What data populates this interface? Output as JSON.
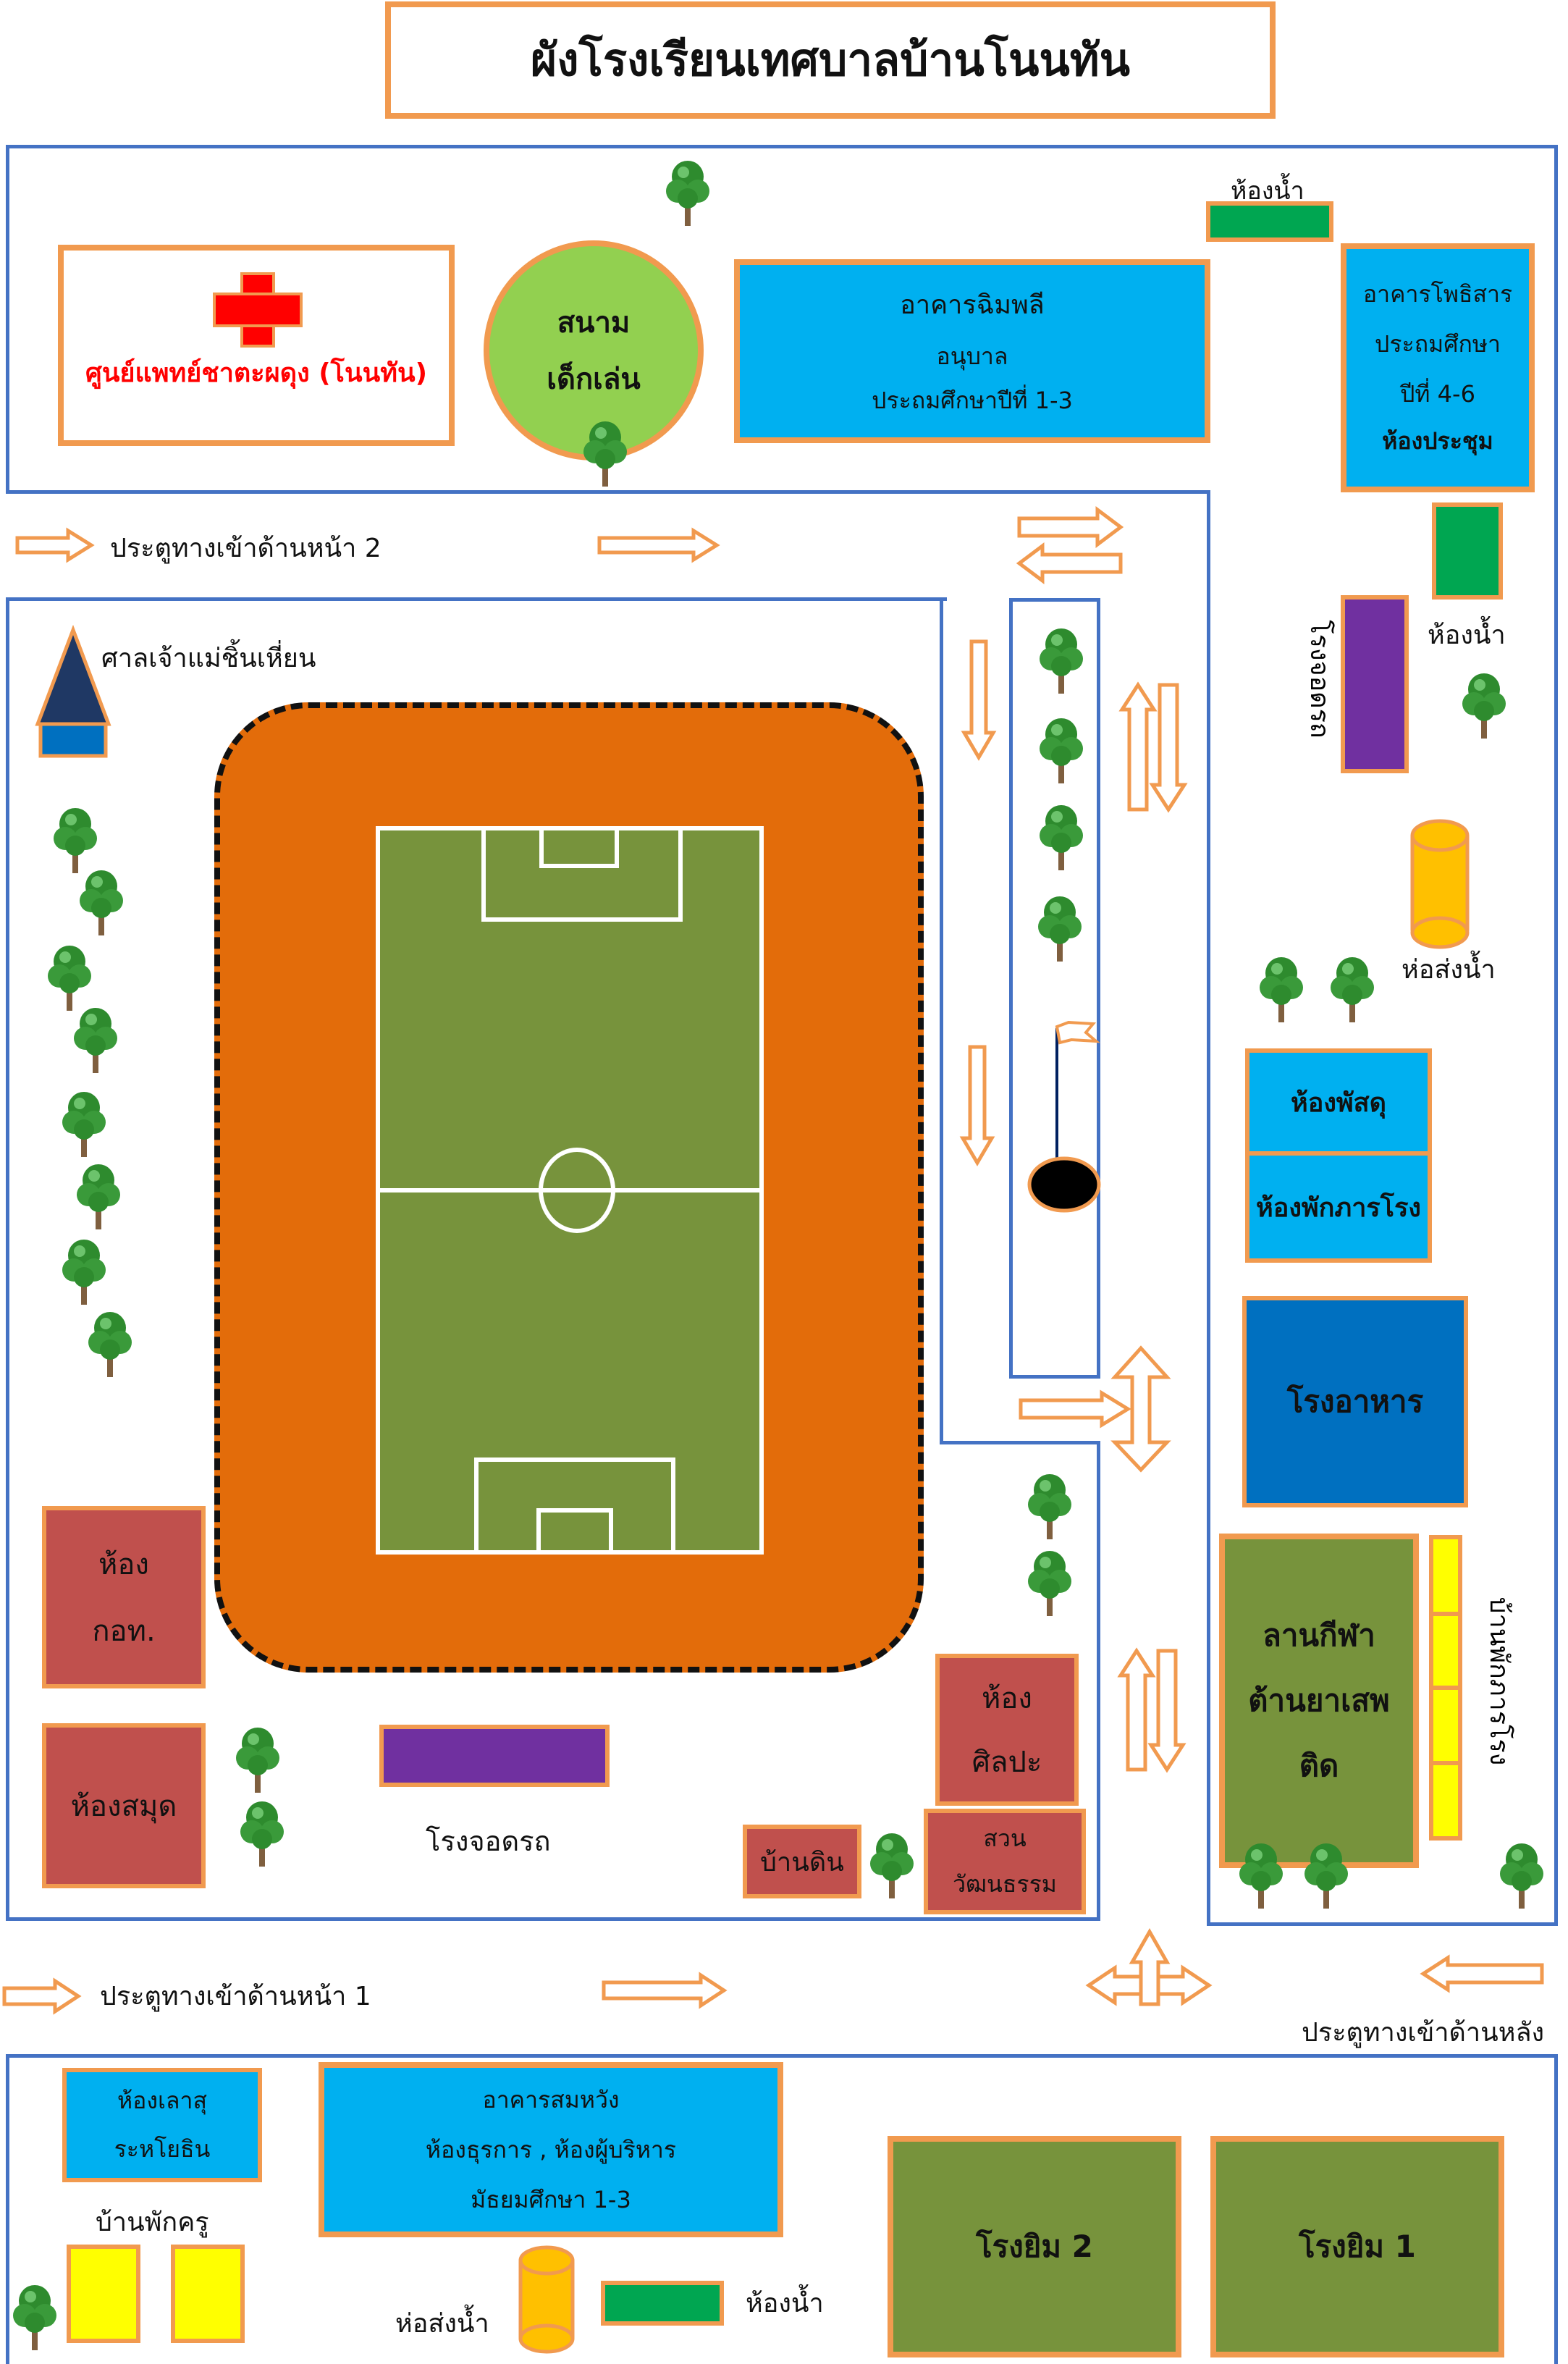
{
  "title": "ผังโรงเรียนเทศบาลบ้านโนนทัน",
  "medical_center": "ศูนย์แพทย์ชาตะผดุง (โนนทัน)",
  "playground": {
    "line1": "สนาม",
    "line2": "เด็กเล่น"
  },
  "building_chimpli": {
    "line1": "อาคารฉิมพลี",
    "line2": "อนุบาล",
    "line3": "ประถมศึกษาปีที่ 1-3"
  },
  "building_phothisan": {
    "line1": "อาคารโพธิสาร",
    "line2": "ประถมศึกษา",
    "line3": "ปีที่ 4-6",
    "line4": "ห้องประชุม"
  },
  "restroom": "ห้องน้ำ",
  "restroom_right": "ห้องน้ำ",
  "restroom_bottom": "ห้องน้ำ",
  "gate_front_2": "ประตูทางเข้าด้านหน้า 2",
  "gate_front_1": "ประตูทางเข้าด้านหน้า 1",
  "gate_back": "ประตูทางเข้าด้านหลัง",
  "shrine": "ศาลเจ้าแม่ชิ้นเหี่ยน",
  "garage_vertical": "โรงจอดรถ",
  "garage_horizontal": "โรงจอดรถ",
  "water_tower_right": "ห่อส่งน้ำ",
  "water_tower_bottom": "ห่อส่งน้ำ",
  "supply_room": "ห้องพัสดุ",
  "janitor_room": "ห้องพักภารโรง",
  "canteen": "โรงอาหาร",
  "anti_drug_court": {
    "line1": "ลานกีฬา",
    "line2": "ต้านยาเสพ",
    "line3": "ติด"
  },
  "janitor_house": "บ้านพักภารโรง",
  "room_kot": {
    "line1": "ห้อง",
    "line2": "กอท."
  },
  "library": "ห้องสมุด",
  "art_room": {
    "line1": "ห้อง",
    "line2": "ศิลปะ"
  },
  "mud_house": "บ้านดิน",
  "culture_garden": {
    "line1": "สวน",
    "line2": "วัฒนธรรม"
  },
  "ladies_room": {
    "line1": "ห้องเลาสุ",
    "line2": "ระหโยธิน"
  },
  "teacher_house": "บ้านพักครู",
  "building_somwang": {
    "line1": "อาคารสมหวัง",
    "line2": "ห้องธุรการ , ห้องผู้บริหาร",
    "line3": "มัธยมศึกษา 1-3"
  },
  "gym_2": "โรงยิม 2",
  "gym_1": "โรงยิม 1",
  "colors": {
    "orange": "#F19A4F",
    "track": "#E36C0A",
    "field": "#77933C",
    "sky": "#00B0F0",
    "navy": "#0070C0",
    "red_room": "#C0504D",
    "purple": "#7030A0",
    "wall": "#4472C4"
  }
}
